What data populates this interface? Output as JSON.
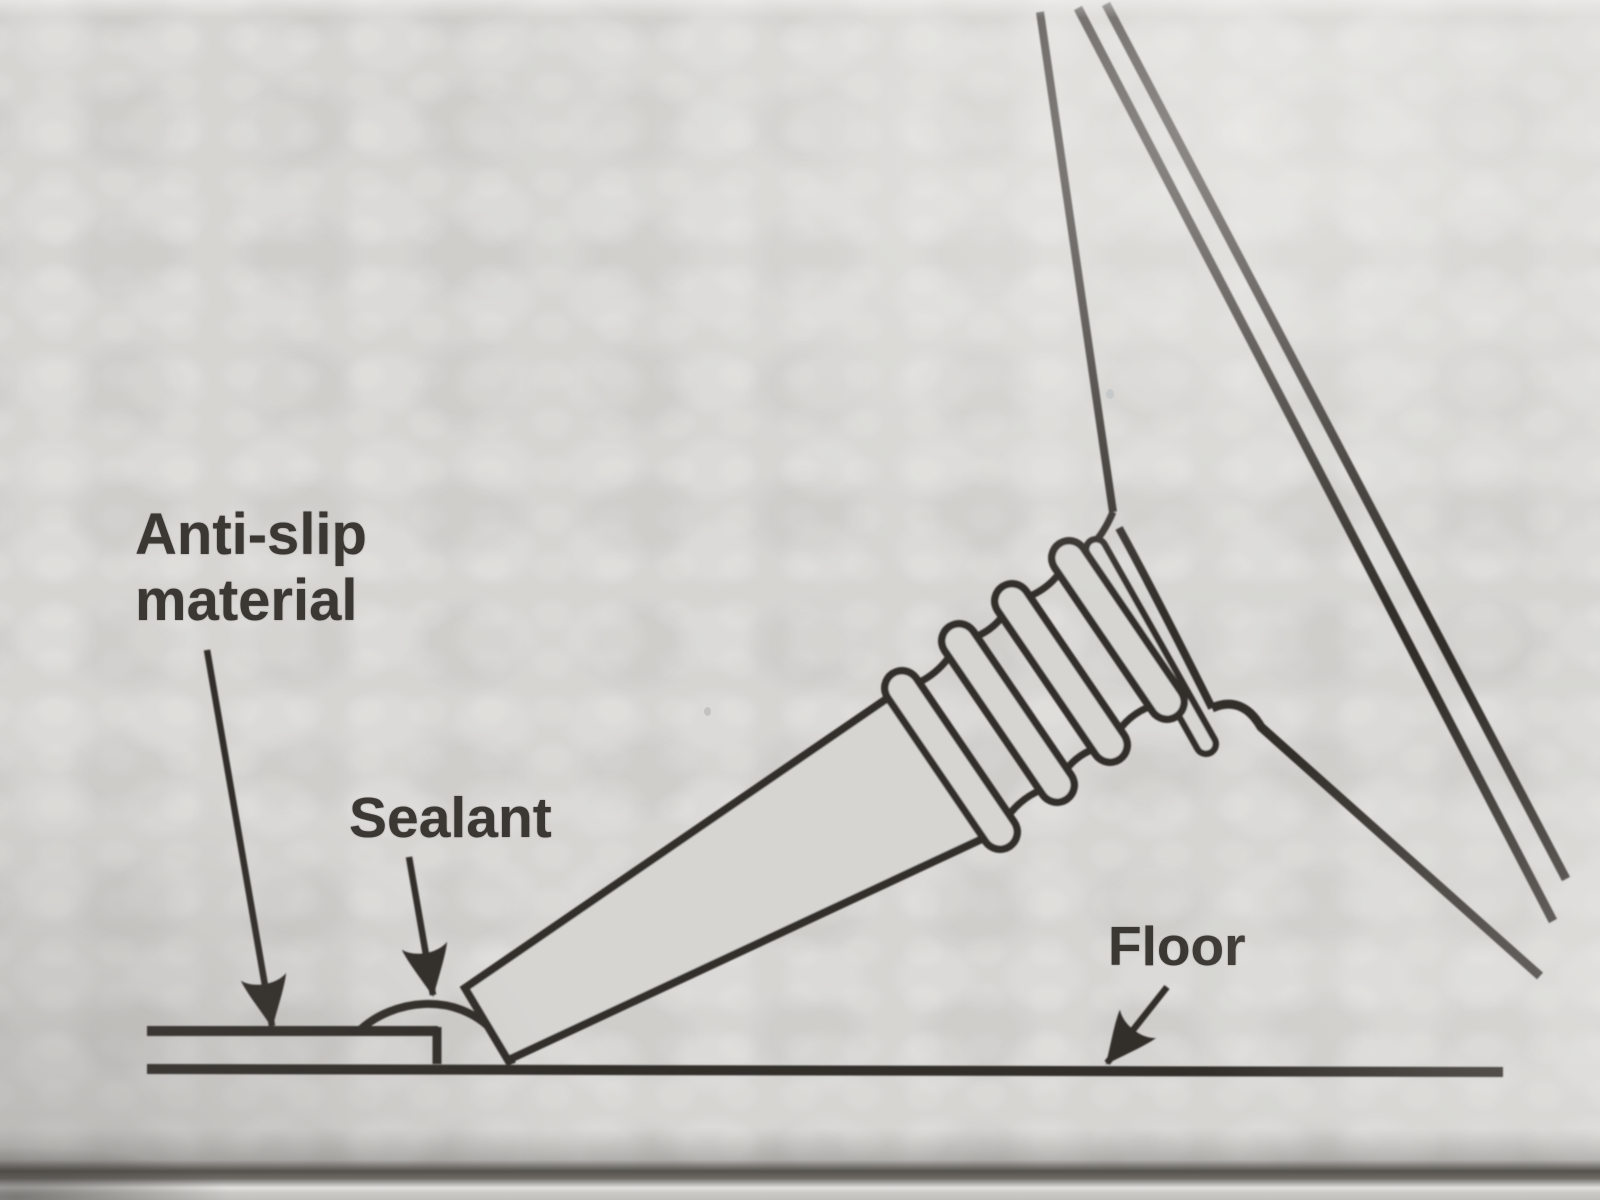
{
  "diagram": {
    "labels": {
      "anti_slip_line1": "Anti-slip",
      "anti_slip_line2": "material",
      "sealant": "Sealant",
      "floor": "Floor"
    },
    "colors": {
      "ink": "#302d29",
      "paper": "#d6d5d2",
      "text": "#3b3733",
      "page_edge_dark": "#55524d",
      "page_edge_light": "#cbcac7"
    }
  }
}
